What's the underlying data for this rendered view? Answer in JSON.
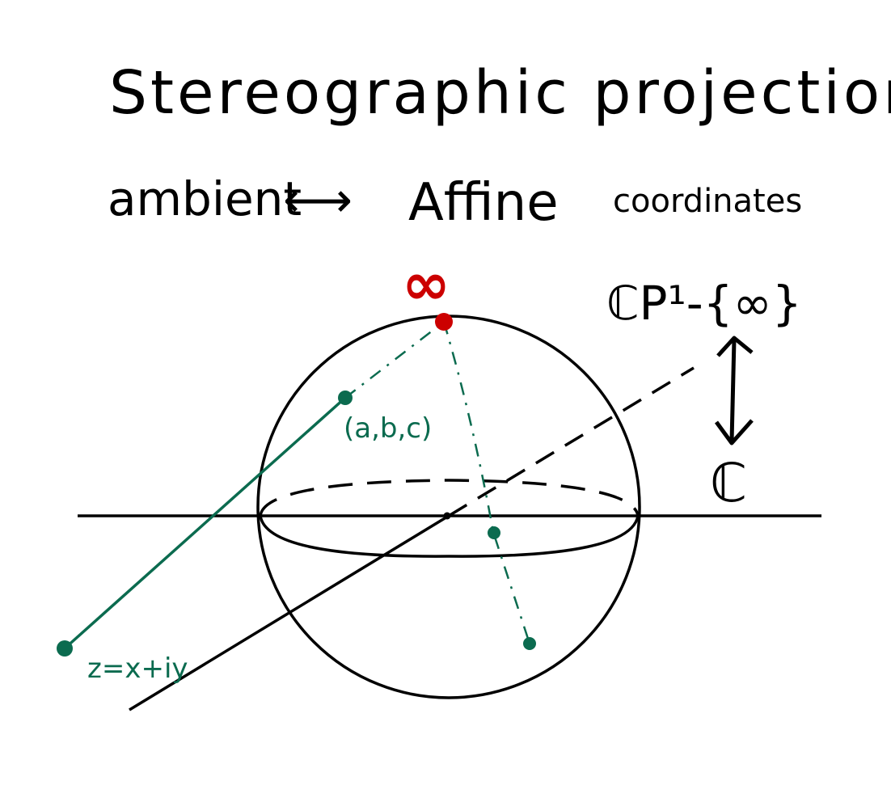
{
  "title": "Stereographic projection",
  "subtitle": {
    "left": "ambient",
    "arrow": "⟷",
    "right": "Affine",
    "right_small": "coordinates"
  },
  "labels": {
    "infinity": "∞",
    "point_on_sphere": "(a,b,c)",
    "plane_point": "z=x+iy",
    "cp1_minus_infinity": "ℂP¹-{∞}",
    "c_symbol": "ℂ"
  },
  "colors": {
    "ink": "#000000",
    "green": "#0b6b4f",
    "red": "#cc0000"
  }
}
